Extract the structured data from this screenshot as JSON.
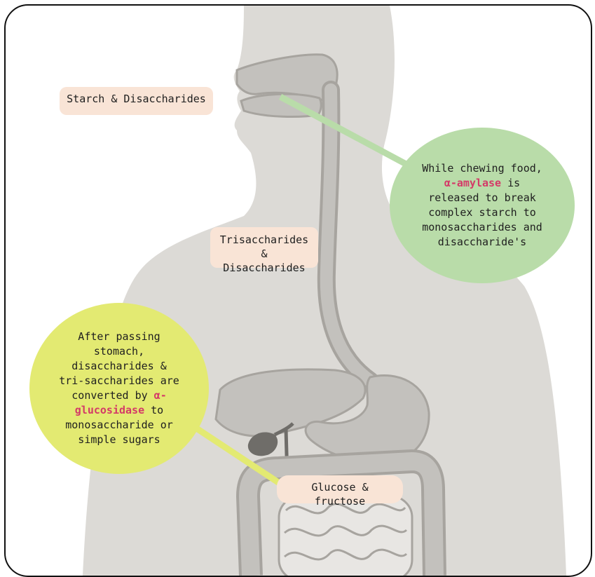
{
  "labels": {
    "starch": "Starch & Disaccharides",
    "trisaccharides_line1": "Trisaccharides &",
    "trisaccharides_line2": "Disaccharides",
    "glucose": "Glucose & fructose"
  },
  "bubbles": {
    "amylase": {
      "before": "While chewing food,",
      "enzyme": "α-amylase",
      "after": " is released to break complex starch to monosaccharides and disaccharide's",
      "color": "#b9dca9"
    },
    "glucosidase": {
      "before": "After passing stomach, disaccharides & tri-saccharides are converted by ",
      "enzyme": "α-glucosidase",
      "after": " to monosaccharide or simple sugars",
      "color": "#e3ea72"
    }
  },
  "colors": {
    "body": "#dcdad6",
    "organ": "#c3c1bd",
    "organ_dark": "#a7a49f",
    "enzyme_text": "#d43a67",
    "label_bg": "#f9e4d6"
  }
}
